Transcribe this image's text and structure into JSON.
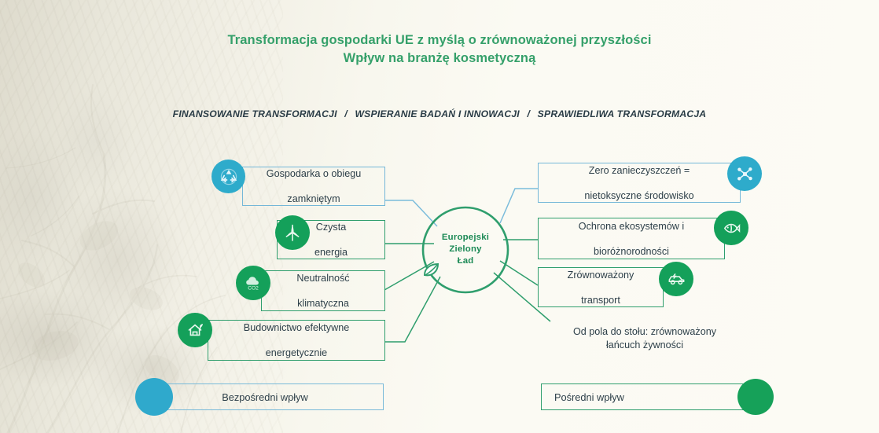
{
  "header": {
    "title_line1": "Transformacja gospodarki UE z myślą o zrównoważonej przyszłości",
    "title_line2": "Wpływ na branżę kosmetyczną",
    "title_color": "#35a06a"
  },
  "pillars": {
    "items": [
      "FINANSOWANIE TRANSFORMACJI",
      "WSPIERANIE BADAŃ I INNOWACJI",
      "SPRAWIEDLIWA TRANSFORMACJA"
    ],
    "separator": "/"
  },
  "hub": {
    "label_line1": "Europejski",
    "label_line2": "Zielony",
    "label_line3": "Ład",
    "icon": "leaf-icon",
    "color": "#1c8a56"
  },
  "left_nodes": [
    {
      "label_line1": "Gospodarka o obiegu",
      "label_line2": "zamkniętym",
      "impact": "direct",
      "color": "#74b7d8",
      "badge_color": "#2eabcb",
      "icon": "recycle-icon"
    },
    {
      "label_line1": "Czysta",
      "label_line2": "energia",
      "impact": "indirect",
      "color": "#2f9e6d",
      "badge_color": "#14a05a",
      "icon": "wind-turbine-icon"
    },
    {
      "label_line1": "Neutralność",
      "label_line2": "klimatyczna",
      "impact": "indirect",
      "color": "#2f9e6d",
      "badge_color": "#14a05a",
      "icon": "co2-cloud-icon"
    },
    {
      "label_line1": "Budownictwo efektywne",
      "label_line2": "energetycznie",
      "impact": "indirect",
      "color": "#2f9e6d",
      "badge_color": "#14a05a",
      "icon": "eco-house-icon"
    }
  ],
  "right_nodes": [
    {
      "label_line1": "Zero zanieczyszczeń =",
      "label_line2": "nietoksyczne środowisko",
      "impact": "direct",
      "color": "#74b7d8",
      "badge_color": "#2eabcb",
      "icon": "molecule-icon"
    },
    {
      "label_line1": "Ochrona ekosystemów i",
      "label_line2": "bioróżnorodności",
      "impact": "indirect",
      "color": "#2f9e6d",
      "badge_color": "#14a05a",
      "icon": "fish-icon"
    },
    {
      "label_line1": "Zrównoważony",
      "label_line2": "transport",
      "impact": "indirect",
      "color": "#2f9e6d",
      "badge_color": "#14a05a",
      "icon": "electric-car-icon"
    }
  ],
  "unboxed_node": {
    "label_line1": "Od pola do stołu: zrównoważony",
    "label_line2": "łańcuch żywności",
    "impact": "indirect"
  },
  "legend": {
    "direct": {
      "label": "Bezpośredni wpływ",
      "color": "#2fa9cc"
    },
    "indirect": {
      "label": "Pośredni wpływ",
      "color": "#16a159"
    }
  }
}
